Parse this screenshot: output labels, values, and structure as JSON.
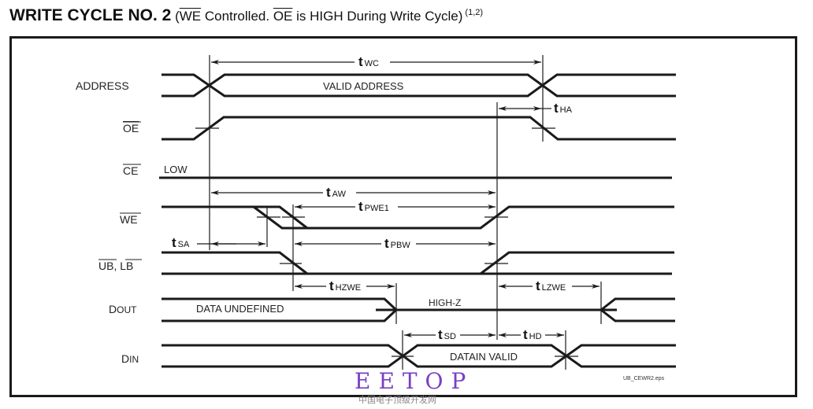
{
  "title": {
    "main": "WRITE CYCLE NO. 2",
    "paren_open": " (",
    "we": "WE",
    "controlled": " Controlled. ",
    "oe": "OE",
    "rest": " is HIGH During Write Cycle)",
    "notes": " (1,2)"
  },
  "signals": {
    "address": "ADDRESS",
    "oe": "OE",
    "ce": "CE",
    "we": "WE",
    "ub": "UB",
    "comma": ", ",
    "lb": "LB",
    "dout_d": "D",
    "dout_rest": "OUT",
    "din_d": "D",
    "din_rest": "IN"
  },
  "annotations": {
    "valid_address": "VALID ADDRESS",
    "ce_low": "LOW",
    "data_undefined": "DATA UNDEFINED",
    "high_z": "HIGH-Z",
    "datain_valid": "DATAIN VALID"
  },
  "timing": {
    "twc": {
      "t": "t",
      "sub": "WC"
    },
    "tha": {
      "t": "t",
      "sub": "HA"
    },
    "taw": {
      "t": "t",
      "sub": "AW"
    },
    "tpwe1": {
      "t": "t",
      "sub": "PWE1"
    },
    "tsa": {
      "t": "t",
      "sub": "SA"
    },
    "tpbw": {
      "t": "t",
      "sub": "PBW"
    },
    "thzwe": {
      "t": "t",
      "sub": "HZWE"
    },
    "tlzwe": {
      "t": "t",
      "sub": "LZWE"
    },
    "tsd": {
      "t": "t",
      "sub": "SD"
    },
    "thd": {
      "t": "t",
      "sub": "HD"
    }
  },
  "file_label": "UB_CEWR2.eps",
  "watermark": {
    "logo": "EETOP",
    "tagline": "中国电子顶级开发网"
  },
  "colors": {
    "line": "#1a1a1a",
    "watermark": "#7a3fc4"
  }
}
